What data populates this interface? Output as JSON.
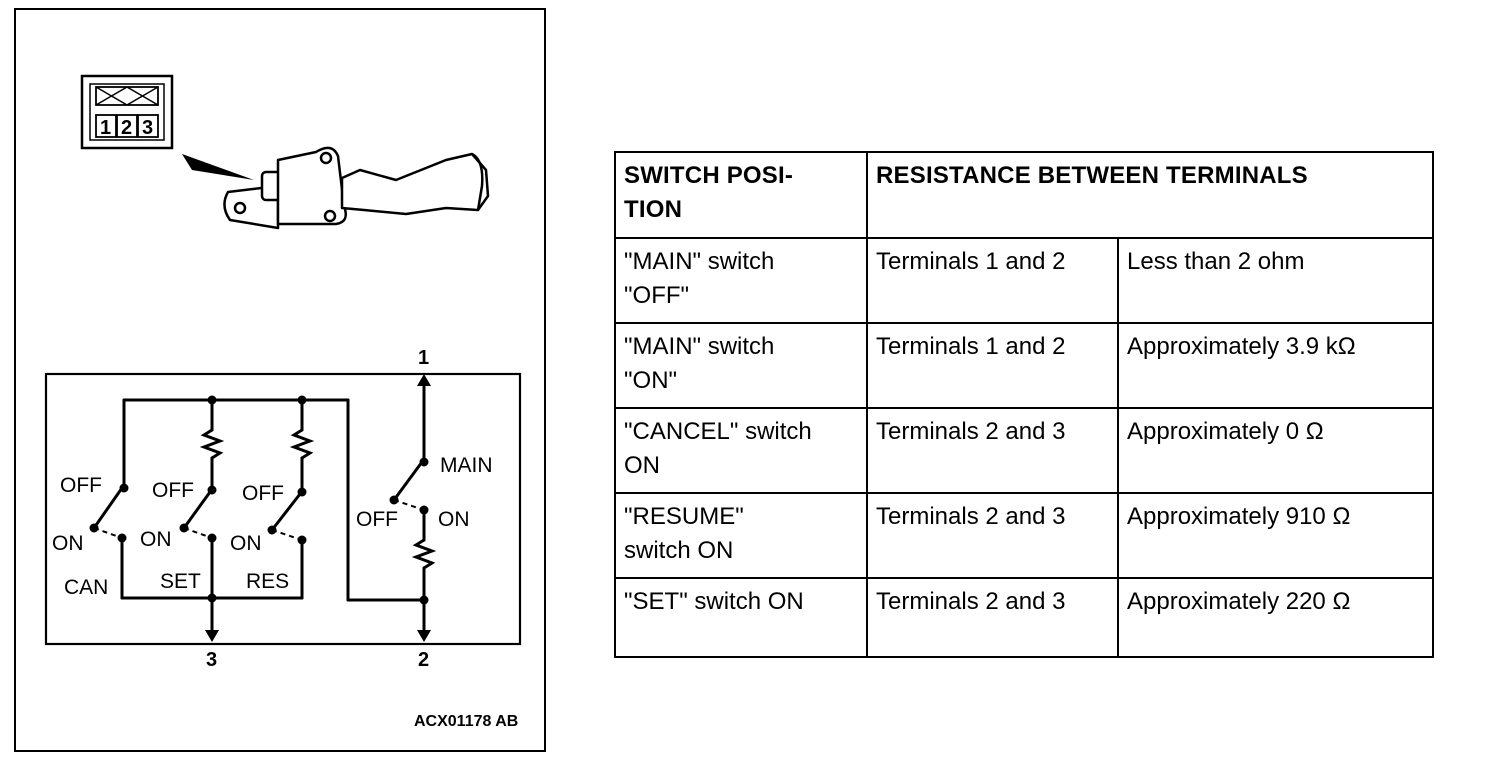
{
  "figure": {
    "connector_pins": [
      "1",
      "2",
      "3"
    ],
    "terminal_labels": {
      "t1": "1",
      "t2": "2",
      "t3": "3"
    },
    "switch_labels": {
      "can_off": "OFF",
      "can_on": "ON",
      "can": "CAN",
      "set_off": "OFF",
      "set_on": "ON",
      "set": "SET",
      "res_off": "OFF",
      "res_on": "ON",
      "res": "RES",
      "main": "MAIN",
      "main_off": "OFF",
      "main_on": "ON"
    },
    "figure_id": "ACX01178 AB"
  },
  "table": {
    "headers": [
      "SWITCH POSI-\nTION",
      "RESISTANCE BETWEEN TERMINALS"
    ],
    "rows": [
      {
        "position": "\"MAIN\" switch\n\"OFF\"",
        "terminals": "Terminals 1 and 2",
        "resistance": "Less than 2 ohm"
      },
      {
        "position": "\"MAIN\" switch\n\"ON\"",
        "terminals": "Terminals 1 and 2",
        "resistance": "Approximately 3.9 kΩ"
      },
      {
        "position": "\"CANCEL\" switch\nON",
        "terminals": "Terminals 2 and 3",
        "resistance": "Approximately 0 Ω"
      },
      {
        "position": "\"RESUME\"\nswitch ON",
        "terminals": "Terminals 2 and 3",
        "resistance": "Approximately 910 Ω"
      },
      {
        "position": "\"SET\" switch ON",
        "terminals": "Terminals 2 and 3",
        "resistance": "Approximately 220 Ω"
      }
    ]
  }
}
